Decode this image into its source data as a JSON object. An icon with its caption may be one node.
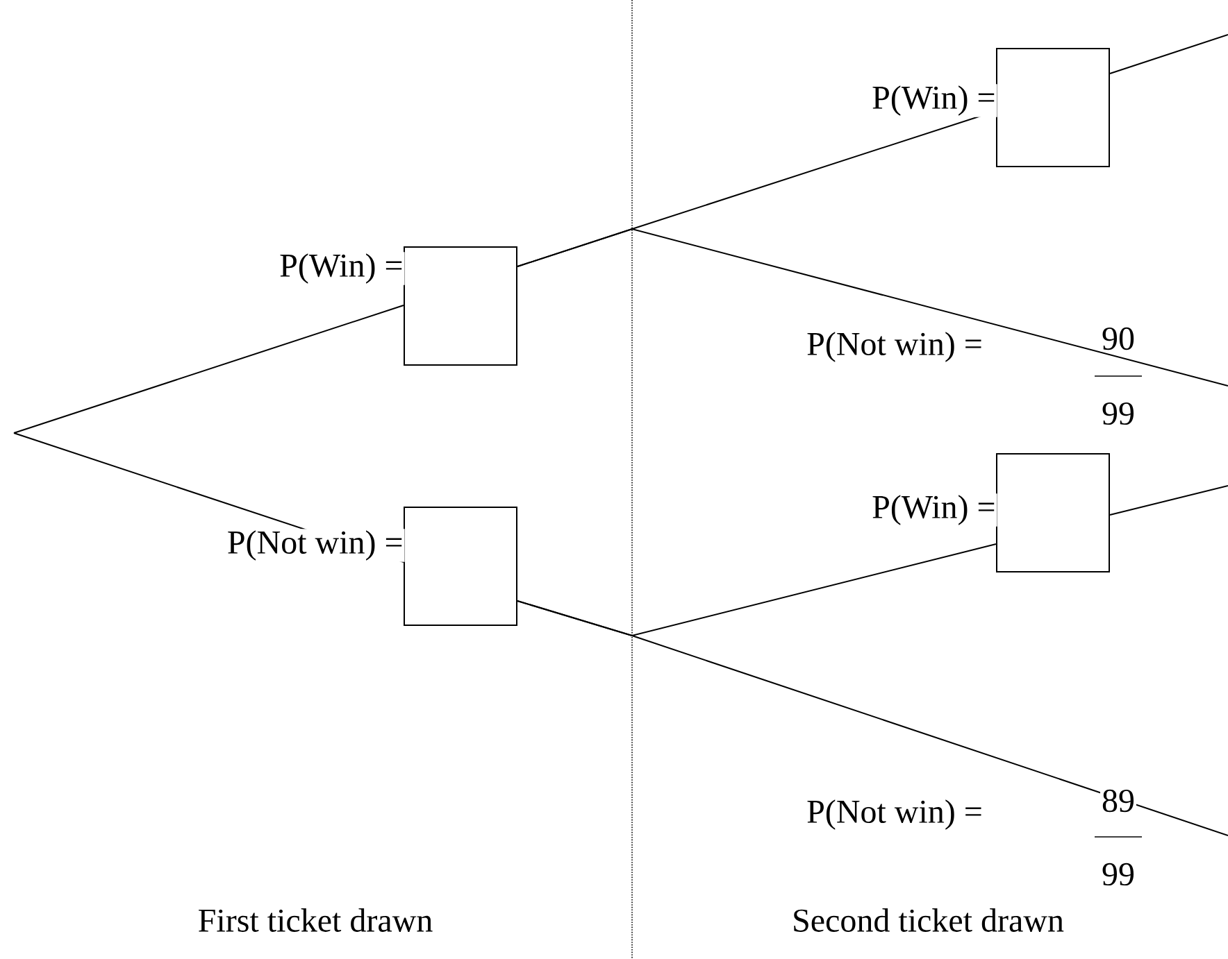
{
  "diagram": {
    "nodes": [
      {
        "text": [],
        "shape": "box",
        "beside": [
          "P(Win) ="
        ]
      },
      {
        "text": [],
        "shape": "box",
        "beside": [
          "P(Not win) ="
        ]
      },
      {
        "text": [],
        "shape": "box",
        "beside": [
          "P(Win) ="
        ]
      },
      {
        "text": [],
        "shape": "box",
        "beside": [
          "P(Win) ="
        ]
      }
    ],
    "edges": [
      {
        "from": null,
        "to": 0,
        "arrow": "none"
      },
      {
        "from": null,
        "to": 1,
        "arrow": "none"
      },
      {
        "from": 0,
        "to": 2,
        "arrow": "none"
      },
      {
        "from": 0,
        "to": null,
        "arrow": "none",
        "label": "P(Not win) ="
      },
      {
        "from": 1,
        "to": 3,
        "arrow": "none"
      },
      {
        "from": 1,
        "to": null,
        "arrow": "none",
        "label": "P(Not win) ="
      },
      {
        "from": 2,
        "to": null,
        "arrow": "none"
      },
      {
        "from": 3,
        "to": null,
        "arrow": "none"
      }
    ],
    "labels": [
      "90",
      "99",
      "89",
      "99",
      "First ticket drawn",
      "Second ticket drawn"
    ]
  }
}
